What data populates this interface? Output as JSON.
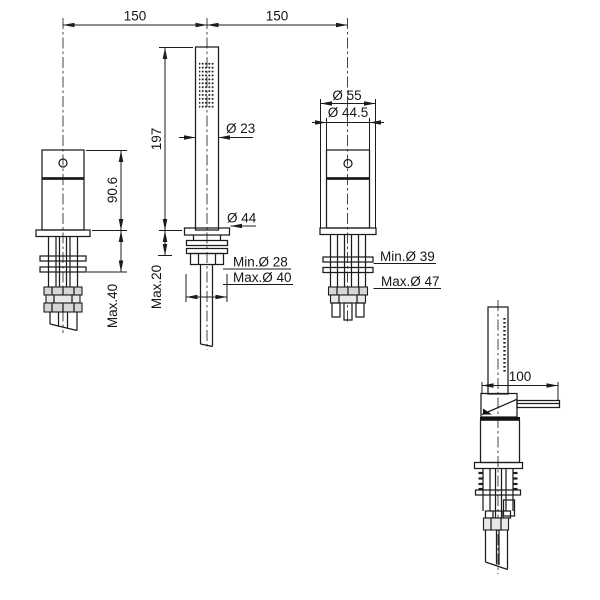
{
  "drawing": {
    "colors": {
      "line": "#1c1c1c",
      "background": "#ffffff"
    },
    "dimensions": {
      "spacing_left": "150",
      "spacing_right": "150",
      "handle_height_above_deck": "90.6",
      "handle_max_deck_thickness": "Max.40",
      "handshower_height": "197",
      "handshower_diameter": "Ø 23",
      "handshower_escutcheon_diameter": "Ø 44",
      "handshower_max_deck_thickness": "Max.20",
      "handshower_hole_min": "Min.Ø 28",
      "handshower_hole_max": "Max.Ø 40",
      "valve_escutcheon_diameter": "Ø 55",
      "valve_body_diameter": "Ø 44.5",
      "valve_hole_min": "Min.Ø 39",
      "valve_hole_max": "Max.Ø 47",
      "side_lever_projection": "100"
    }
  }
}
